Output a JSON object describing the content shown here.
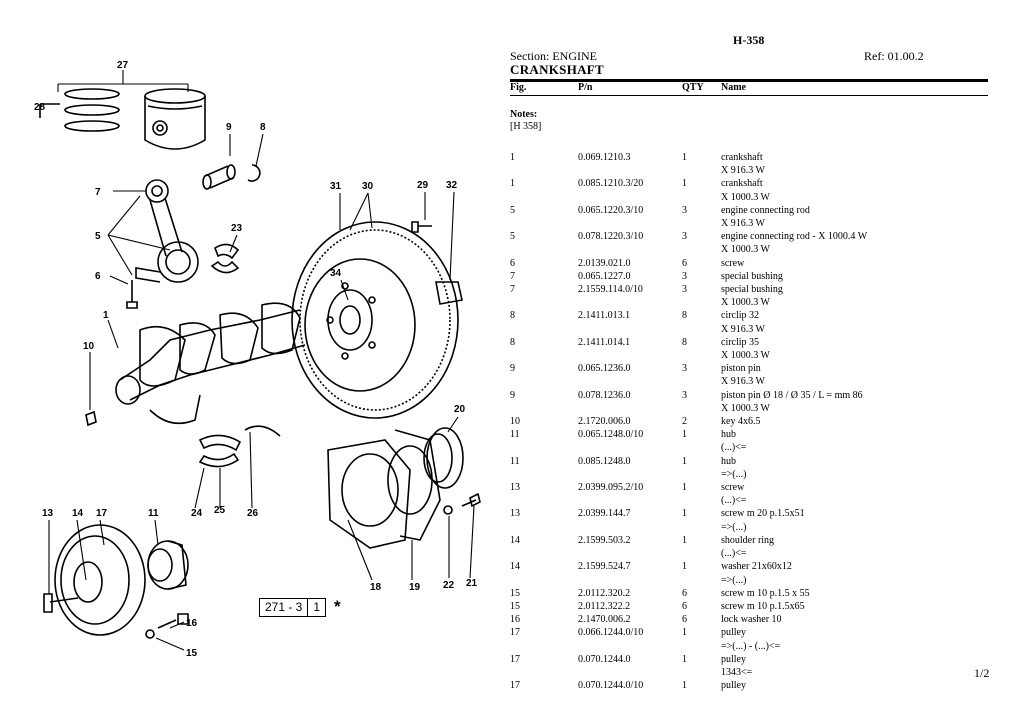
{
  "document": {
    "code": "H-358",
    "section": "Section: ENGINE",
    "ref": "Ref: 01.00.2",
    "title": "CRANKSHAFT",
    "page": "1/2"
  },
  "table": {
    "headers": {
      "fig": "Fig.",
      "pn": "P/n",
      "qty": "QTY",
      "name": "Name"
    },
    "notes_label": "Notes:",
    "notes_text": "[H 358]",
    "rows": [
      {
        "fig": "1",
        "pn": "0.069.1210.3",
        "qty": "1",
        "name": "crankshaft"
      },
      {
        "fig": "",
        "pn": "",
        "qty": "",
        "name": "X 916.3 W"
      },
      {
        "fig": "1",
        "pn": "0.085.1210.3/20",
        "qty": "1",
        "name": "crankshaft"
      },
      {
        "fig": "",
        "pn": "",
        "qty": "",
        "name": "X 1000.3 W"
      },
      {
        "fig": "5",
        "pn": "0.065.1220.3/10",
        "qty": "3",
        "name": "engine connecting rod"
      },
      {
        "fig": "",
        "pn": "",
        "qty": "",
        "name": "X 916.3 W"
      },
      {
        "fig": "5",
        "pn": "0.078.1220.3/10",
        "qty": "3",
        "name": "engine connecting rod - X 1000.4 W"
      },
      {
        "fig": "",
        "pn": "",
        "qty": "",
        "name": "X 1000.3 W"
      },
      {
        "fig": "6",
        "pn": "2.0139.021.0",
        "qty": "6",
        "name": "screw"
      },
      {
        "fig": "7",
        "pn": "0.065.1227.0",
        "qty": "3",
        "name": "special bushing"
      },
      {
        "fig": "7",
        "pn": "2.1559.114.0/10",
        "qty": "3",
        "name": "special bushing"
      },
      {
        "fig": "",
        "pn": "",
        "qty": "",
        "name": "X 1000.3 W"
      },
      {
        "fig": "8",
        "pn": "2.1411.013.1",
        "qty": "8",
        "name": "circlip 32"
      },
      {
        "fig": "",
        "pn": "",
        "qty": "",
        "name": "X 916.3 W"
      },
      {
        "fig": "8",
        "pn": "2.1411.014.1",
        "qty": "8",
        "name": "circlip 35"
      },
      {
        "fig": "",
        "pn": "",
        "qty": "",
        "name": "X 1000.3 W"
      },
      {
        "fig": "9",
        "pn": "0.065.1236.0",
        "qty": "3",
        "name": "piston pin"
      },
      {
        "fig": "",
        "pn": "",
        "qty": "",
        "name": "X 916.3 W"
      },
      {
        "fig": "9",
        "pn": "0.078.1236.0",
        "qty": "3",
        "name": "piston pin Ø 18 / Ø 35 / L = mm 86"
      },
      {
        "fig": "",
        "pn": "",
        "qty": "",
        "name": "X 1000.3 W"
      },
      {
        "fig": "10",
        "pn": "2.1720.006.0",
        "qty": "2",
        "name": "key 4x6.5"
      },
      {
        "fig": "11",
        "pn": "0.065.1248.0/10",
        "qty": "1",
        "name": "hub"
      },
      {
        "fig": "",
        "pn": "",
        "qty": "",
        "name": "(...)<="
      },
      {
        "fig": "11",
        "pn": "0.085.1248.0",
        "qty": "1",
        "name": "hub"
      },
      {
        "fig": "",
        "pn": "",
        "qty": "",
        "name": "=>(...)"
      },
      {
        "fig": "13",
        "pn": "2.0399.095.2/10",
        "qty": "1",
        "name": "screw"
      },
      {
        "fig": "",
        "pn": "",
        "qty": "",
        "name": "(...)<="
      },
      {
        "fig": "13",
        "pn": "2.0399.144.7",
        "qty": "1",
        "name": "screw m 20 p.1.5x51"
      },
      {
        "fig": "",
        "pn": "",
        "qty": "",
        "name": "=>(...)"
      },
      {
        "fig": "14",
        "pn": "2.1599.503.2",
        "qty": "1",
        "name": "shoulder ring"
      },
      {
        "fig": "",
        "pn": "",
        "qty": "",
        "name": "(...)<="
      },
      {
        "fig": "14",
        "pn": "2.1599.524.7",
        "qty": "1",
        "name": "washer 21x60x12"
      },
      {
        "fig": "",
        "pn": "",
        "qty": "",
        "name": "=>(...)"
      },
      {
        "fig": "15",
        "pn": "2.0112.320.2",
        "qty": "6",
        "name": "screw m 10 p.1.5 x 55"
      },
      {
        "fig": "15",
        "pn": "2.0112.322.2",
        "qty": "6",
        "name": "screw m 10 p.1.5x65"
      },
      {
        "fig": "16",
        "pn": "2.1470.006.2",
        "qty": "6",
        "name": "lock washer 10"
      },
      {
        "fig": "17",
        "pn": "0.066.1244.0/10",
        "qty": "1",
        "name": "pulley"
      },
      {
        "fig": "",
        "pn": "",
        "qty": "",
        "name": "=>(...) - (...)<="
      },
      {
        "fig": "17",
        "pn": "0.070.1244.0",
        "qty": "1",
        "name": "pulley"
      },
      {
        "fig": "",
        "pn": "",
        "qty": "",
        "name": "1343<="
      },
      {
        "fig": "17",
        "pn": "0.070.1244.0/10",
        "qty": "1",
        "name": "pulley"
      }
    ]
  },
  "diagram": {
    "callouts": [
      "27",
      "28",
      "9",
      "8",
      "7",
      "5",
      "6",
      "23",
      "31",
      "30",
      "29",
      "32",
      "34",
      "1",
      "10",
      "20",
      "24",
      "25",
      "26",
      "13",
      "14",
      "17",
      "11",
      "18",
      "19",
      "22",
      "21",
      "16",
      "15"
    ],
    "code_box": [
      "271 - 3",
      "1"
    ],
    "code_star": "*"
  }
}
